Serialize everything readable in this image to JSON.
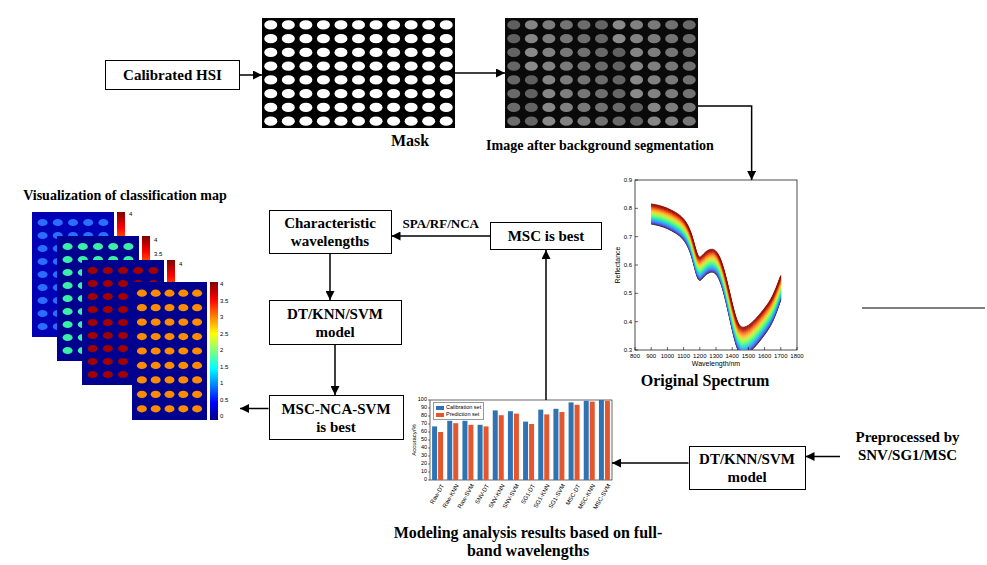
{
  "diagram": {
    "nodes": [
      {
        "text": [
          "Calibrated HSI"
        ]
      },
      {
        "text": [
          "Mask"
        ]
      },
      {
        "text": [
          "Image after background segmentation"
        ]
      },
      {
        "text": [
          "Original Spectrum"
        ]
      },
      {
        "text": [
          "Preprocessed by SNV/SG1/MSC"
        ]
      },
      {
        "text": [
          "DT/KNN/SVM model"
        ]
      },
      {
        "text": [
          "Modeling analysis results based on full-band wavelengths"
        ]
      },
      {
        "text": [
          "MSC is best"
        ]
      },
      {
        "text": [
          "Characteristic wavelengths"
        ]
      },
      {
        "text": [
          "DT/KNN/SVM model"
        ]
      },
      {
        "text": [
          "MSC-NCA-SVM is best"
        ]
      },
      {
        "text": [
          "Visualization of classification map"
        ]
      }
    ],
    "edges": [
      {
        "from": 0,
        "to": 1,
        "arrow": "to"
      },
      {
        "from": 1,
        "to": 2,
        "arrow": "to"
      },
      {
        "from": 2,
        "to": 3,
        "arrow": "to"
      },
      {
        "from": 4,
        "to": 5,
        "arrow": "to"
      },
      {
        "from": 5,
        "to": 6,
        "arrow": "to"
      },
      {
        "from": 6,
        "to": 7,
        "arrow": "to"
      },
      {
        "from": 7,
        "to": 8,
        "arrow": "to",
        "label": "SPA/RF/NCA"
      },
      {
        "from": 8,
        "to": 9,
        "arrow": "to"
      },
      {
        "from": 9,
        "to": 10,
        "arrow": "to"
      },
      {
        "from": 10,
        "to": 11,
        "arrow": "to"
      }
    ],
    "labels": [
      "0.9",
      "0.8",
      "0.7",
      "0.6",
      "0.5",
      "0.4",
      "0.3",
      "800",
      "900",
      "1000",
      "1100",
      "1200",
      "1300",
      "1400",
      "1500",
      "1600",
      "1700",
      "1800",
      "Reflectance",
      "Wavelength/nm",
      "0",
      "10",
      "20",
      "30",
      "40",
      "50",
      "60",
      "70",
      "80",
      "90",
      "100",
      "Accuracy/%",
      "Raw-DT",
      "Raw-KNN",
      "Raw-SVM",
      "SNV-DT",
      "SNV-KNN",
      "SNV-SVM",
      "SG1-DT",
      "SG1-KNN",
      "SG1-SVM",
      "MSC-DT",
      "MSC-KNN",
      "MSC-SVM",
      "4",
      "3.5",
      "3",
      "2.5",
      "2",
      "1.5",
      "1",
      "0.5",
      "0",
      "4",
      "4",
      "3.5",
      "4"
    ],
    "legend": [
      {
        "text": "Calibration set",
        "color": "#2e74b5"
      },
      {
        "text": "Prediction set",
        "color": "#e4572e"
      }
    ]
  }
}
